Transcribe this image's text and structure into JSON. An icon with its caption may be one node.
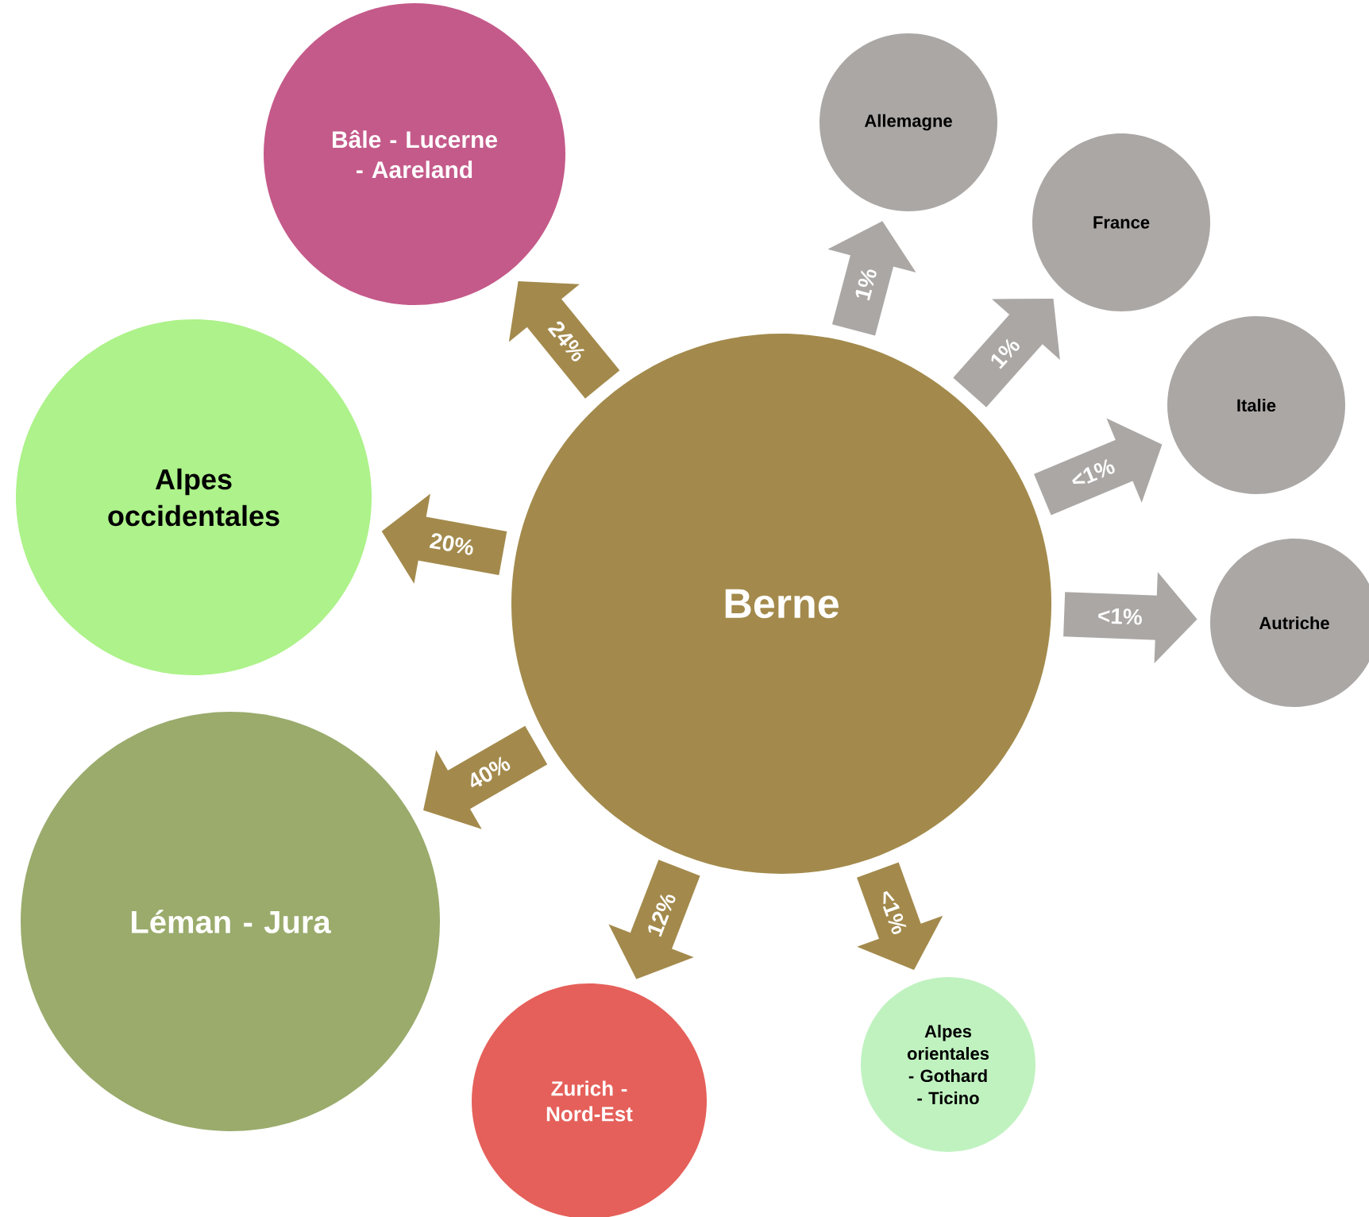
{
  "diagram": {
    "nodes": [
      {
        "text": [
          "Berne"
        ]
      },
      {
        "text": [
          "Bâle - Lucerne - Aareland"
        ]
      },
      {
        "text": [
          "Alpes occidentales"
        ]
      },
      {
        "text": [
          "Léman - Jura"
        ]
      },
      {
        "text": [
          "Zurich - Nord-Est"
        ]
      },
      {
        "text": [
          "Alpes orientales - Gothard - Ticino"
        ]
      },
      {
        "text": [
          "Allemagne"
        ]
      },
      {
        "text": [
          "France"
        ]
      },
      {
        "text": [
          "Italie"
        ]
      },
      {
        "text": [
          "Autriche"
        ]
      }
    ],
    "edges": [
      {
        "from": 0,
        "to": 1,
        "arrow": "to",
        "label": "24%"
      },
      {
        "from": 0,
        "to": 2,
        "arrow": "to",
        "label": "20%"
      },
      {
        "from": 0,
        "to": 3,
        "arrow": "to",
        "label": "40%"
      },
      {
        "from": 0,
        "to": 4,
        "arrow": "to",
        "label": "12%"
      },
      {
        "from": 0,
        "to": 5,
        "arrow": "to",
        "label": "<1%"
      },
      {
        "from": 0,
        "to": 6,
        "arrow": "to",
        "label": "1%",
        "color": "#aba7a5"
      },
      {
        "from": 0,
        "to": 7,
        "arrow": "to",
        "label": "1%",
        "color": "#aba7a5"
      },
      {
        "from": 0,
        "to": 8,
        "arrow": "to",
        "label": "<1%",
        "color": "#aba7a5"
      },
      {
        "from": 0,
        "to": 9,
        "arrow": "to",
        "label": "<1%",
        "color": "#aba7a5"
      }
    ]
  }
}
